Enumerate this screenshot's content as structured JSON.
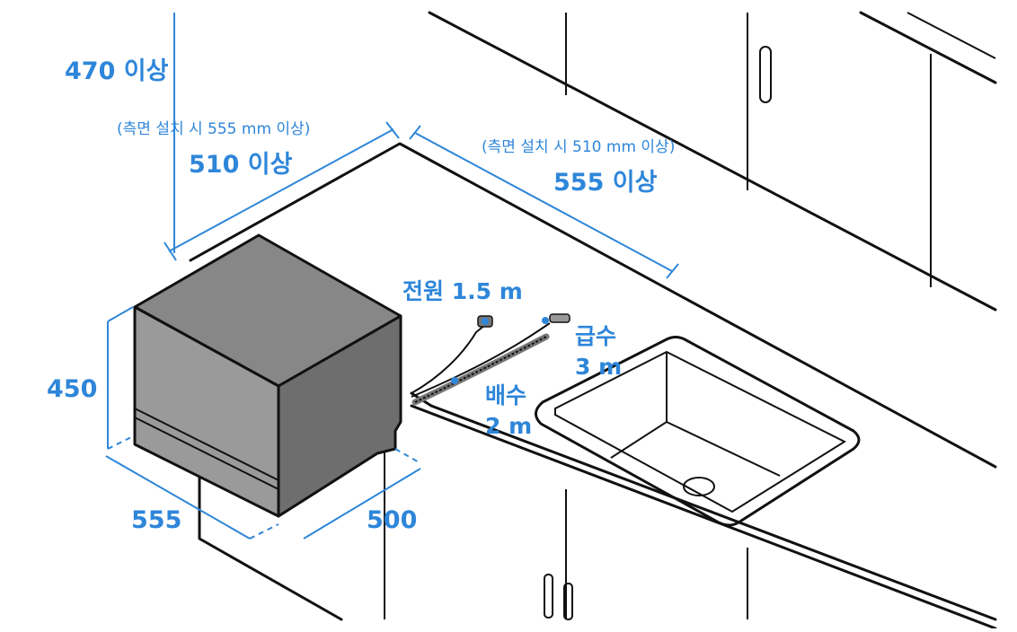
{
  "labels": {
    "top_clearance": "470 이상",
    "depth_side_note": "(측면 설치 시 555 mm 이상)",
    "depth_clearance": "510 이상",
    "width_side_note": "(측면 설치 시 510 mm 이상)",
    "width_clearance": "555 이상",
    "power_cord": "전원 1.5 m",
    "water_supply_line1": "급수",
    "water_supply_line2": "3 m",
    "drain_line1": "배수",
    "drain_line2": "2 m",
    "height": "450",
    "width": "555",
    "depth": "500"
  },
  "colors": {
    "dimension_blue": "#2e86d9",
    "line_black": "#111111",
    "unit_gray": "#8c8c8c"
  }
}
